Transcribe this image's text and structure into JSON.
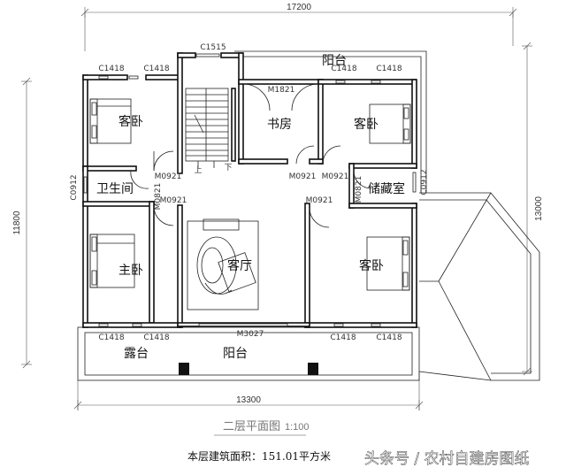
{
  "dimensions": {
    "top_width": "17200",
    "bottom_width": "13300",
    "left_height": "11800",
    "right_height": "13000"
  },
  "rooms": {
    "bedroom_nw": "客卧",
    "study": "书房",
    "bedroom_ne": "客卧",
    "bathroom": "卫生间",
    "storage": "储藏室",
    "master": "主卧",
    "living": "客厅",
    "bedroom_se": "客卧",
    "terrace": "露台",
    "balcony_bottom": "阳台",
    "balcony_top": "阳台"
  },
  "window_labels": {
    "c1515": "C1515",
    "c1418_a": "C1418",
    "c1418_b": "C1418",
    "c1418_c": "C1418",
    "c1418_d": "C1418",
    "c1418_e": "C1418",
    "c1418_f": "C1418",
    "c1418_g": "C1418",
    "c1418_h": "C1418",
    "c0912_left": "C0912",
    "c0912_right": "C0912",
    "m1821": "M1821",
    "m0921_a": "M0921",
    "m0921_b": "M0921",
    "m0921_c": "M0921",
    "m0921_d": "M0921",
    "m0921_e": "M0921",
    "m0821_a": "M0821",
    "m0821_b": "M0821",
    "m3027": "M3027"
  },
  "stair_marks": {
    "up": "上",
    "down": "下"
  },
  "title": "二层平面图",
  "scale": "1:100",
  "area_text": "本层建筑面积：151.01平方米",
  "watermark": "头条号 / 农村自建房图纸"
}
